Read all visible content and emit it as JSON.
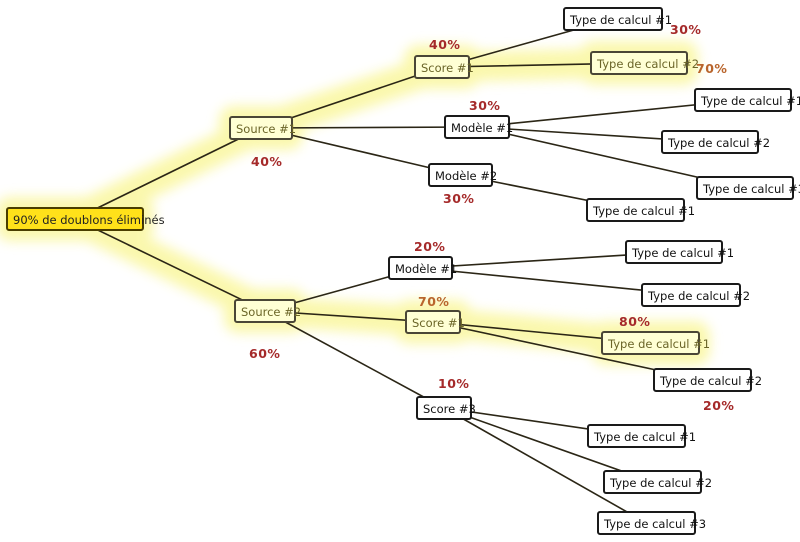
{
  "root": {
    "label": "90% de doublons éliminés"
  },
  "branches": {
    "s1": {
      "label": "Source #1",
      "pct": "40%",
      "score1": {
        "label": "Score #1",
        "pct": "40%",
        "tc1": {
          "label": "Type de calcul #1",
          "pct": "30%"
        },
        "tc2": {
          "label": "Type de calcul #2",
          "pct": "70%"
        }
      },
      "modele1": {
        "label": "Modèle #1",
        "pct": "30%",
        "tc1": {
          "label": "Type de calcul #1"
        },
        "tc2": {
          "label": "Type de calcul #2"
        },
        "tc3": {
          "label": "Type de calcul #3"
        }
      },
      "modele2": {
        "label": "Modèle #2",
        "pct": "30%",
        "tc1": {
          "label": "Type de calcul #1"
        }
      }
    },
    "s2": {
      "label": "Source #2",
      "pct": "60%",
      "modele1": {
        "label": "Modèle #1",
        "pct": "20%",
        "tc1": {
          "label": "Type de calcul #1"
        },
        "tc2": {
          "label": "Type de calcul #2"
        }
      },
      "score1": {
        "label": "Score #1",
        "pct": "70%",
        "tc1": {
          "label": "Type de calcul #1",
          "pct": "80%"
        },
        "tc2": {
          "label": "Type de calcul #2",
          "pct": "20%"
        }
      },
      "score3": {
        "label": "Score #3",
        "pct": "10%",
        "tc1": {
          "label": "Type de calcul #1"
        },
        "tc2": {
          "label": "Type de calcul #2"
        },
        "tc3": {
          "label": "Type de calcul #3"
        }
      }
    }
  },
  "colors": {
    "edge": "#2b2616",
    "highlight": "#f7f26a",
    "percent": "#a52a2a",
    "percent_highlight": "#b9652c",
    "root_fill": "#ffe11a"
  }
}
